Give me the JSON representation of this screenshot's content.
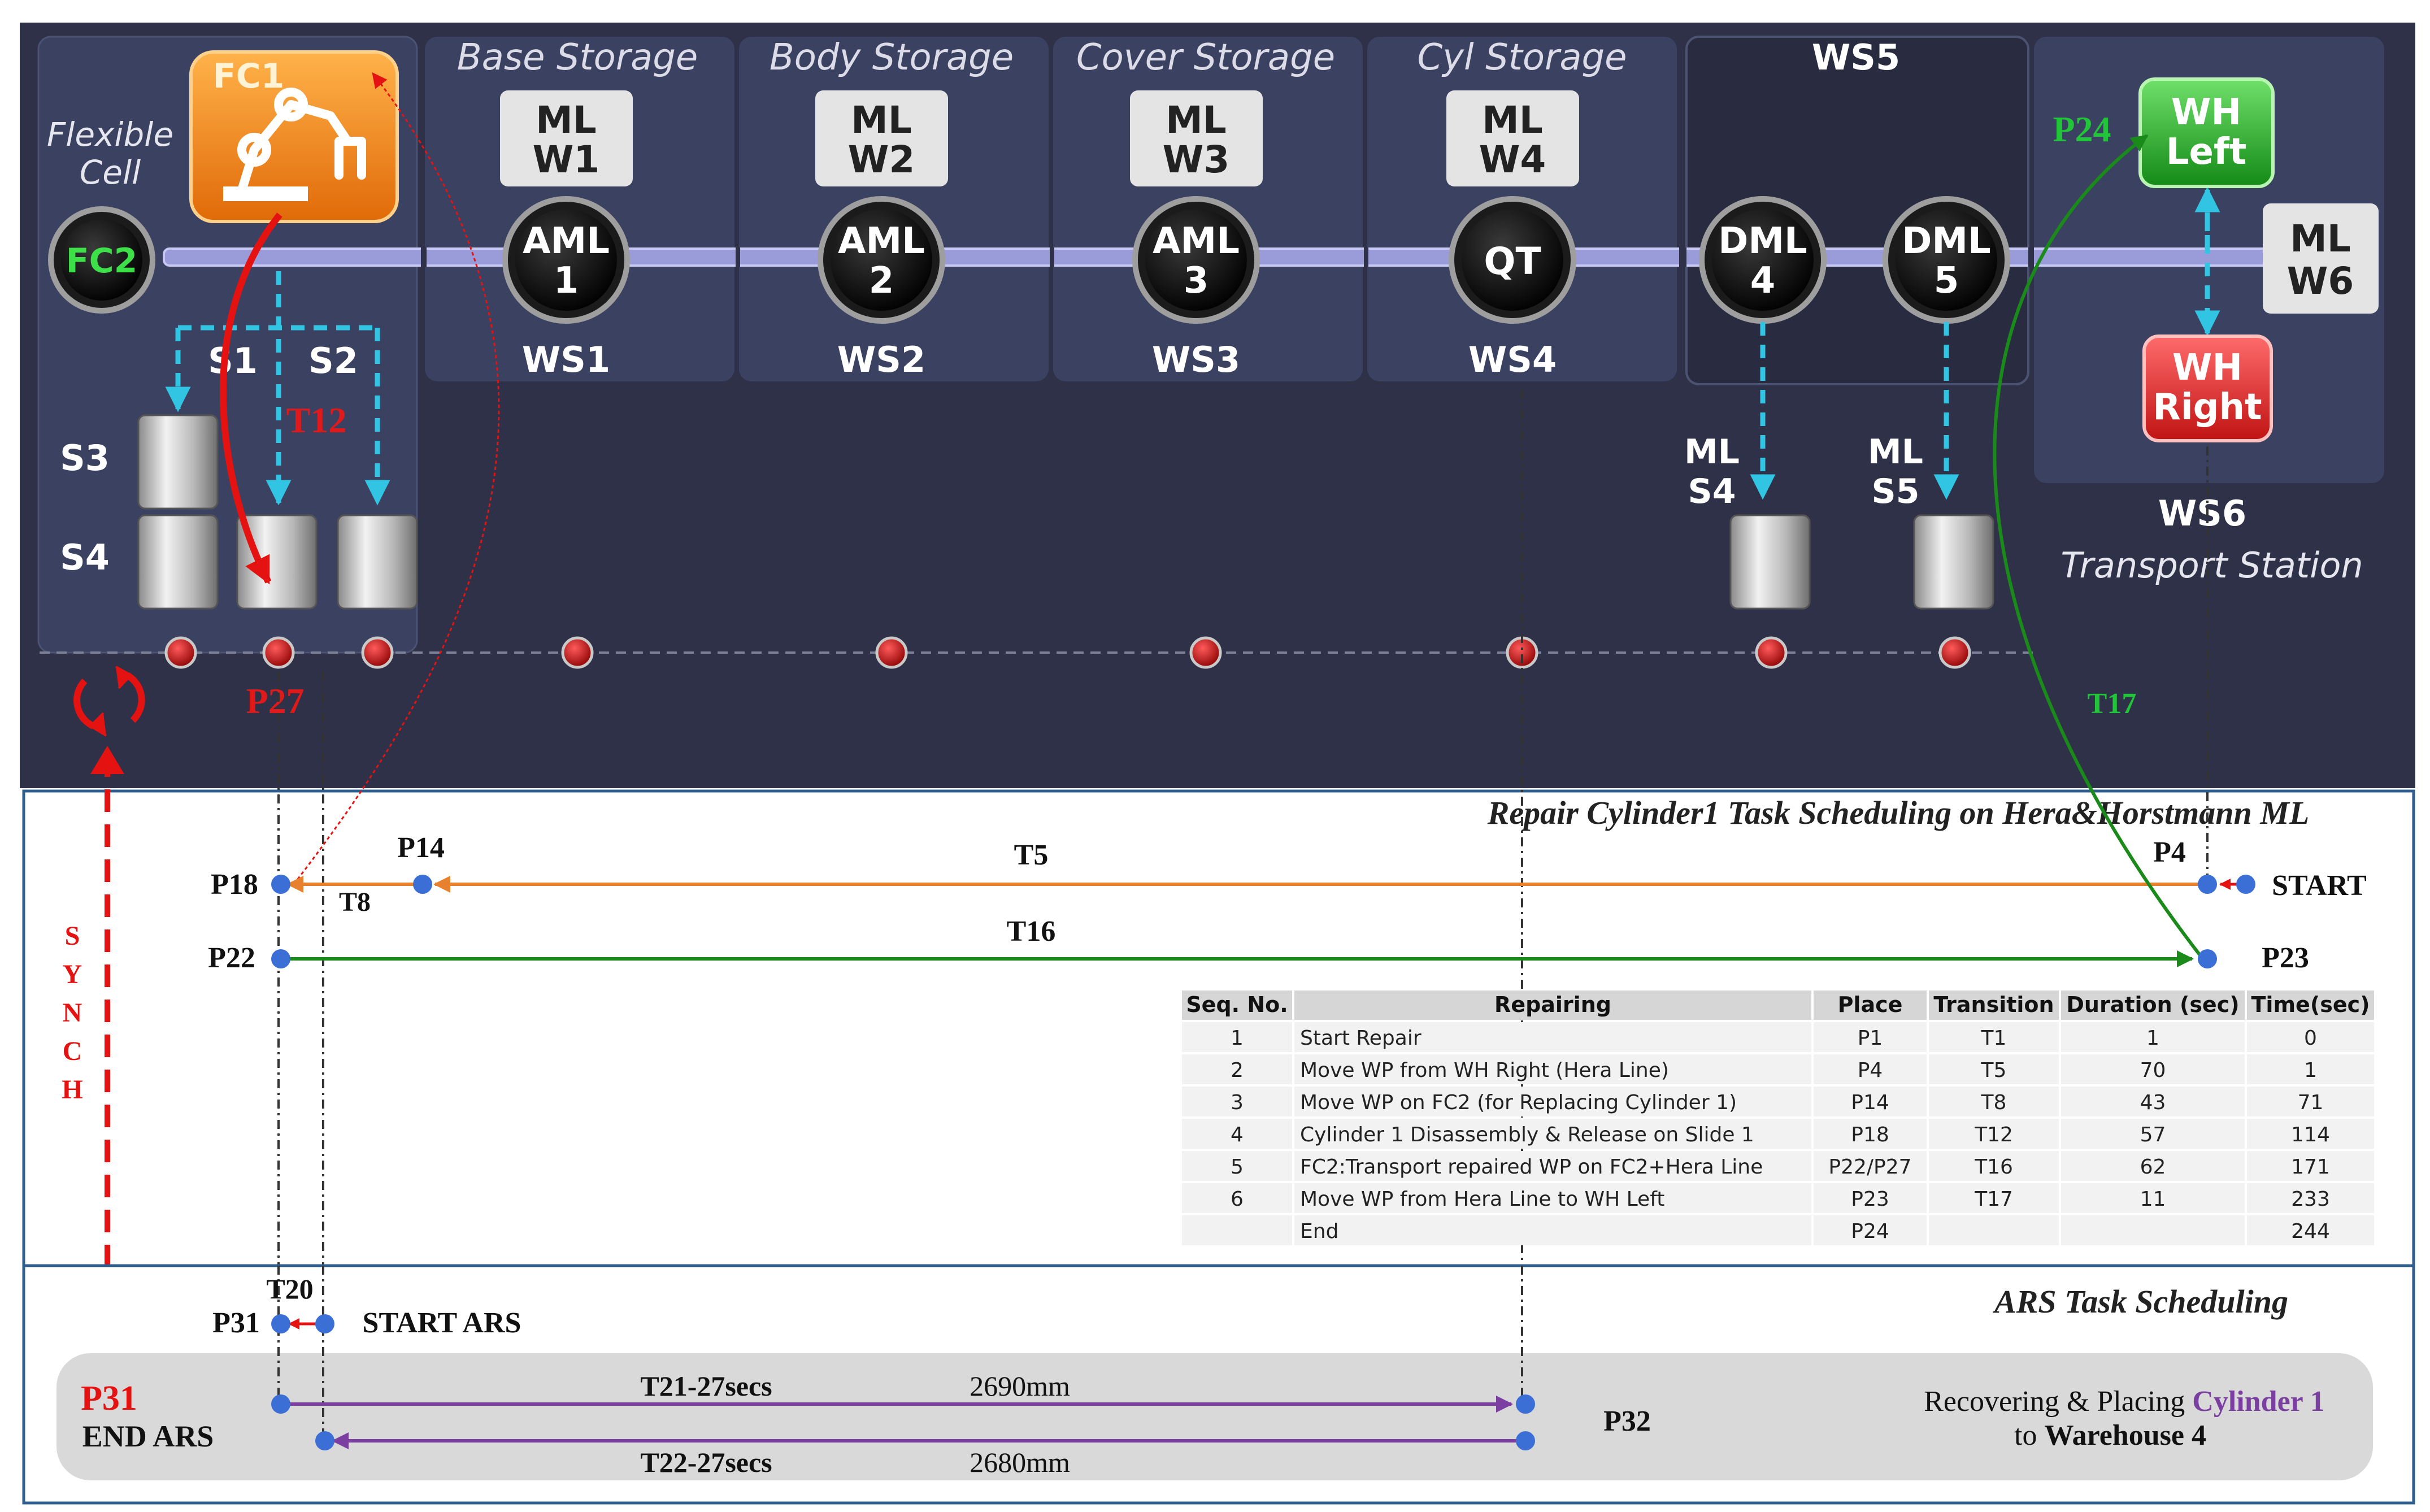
{
  "factory": {
    "flexible_cell_label": [
      "Flexible",
      "Cell"
    ],
    "fc1": "FC1",
    "fc2": "FC2",
    "storages": [
      "Base Storage",
      "Body Storage",
      "Cover Storage",
      "Cyl Storage"
    ],
    "ws5_title": "WS5",
    "warehouses": [
      [
        "ML",
        "W1"
      ],
      [
        "ML",
        "W2"
      ],
      [
        "ML",
        "W3"
      ],
      [
        "ML",
        "W4"
      ]
    ],
    "ml_w6": [
      "ML",
      "W6"
    ],
    "nodes": [
      [
        "AML",
        "1"
      ],
      [
        "AML",
        "2"
      ],
      [
        "AML",
        "3"
      ],
      [
        "QT",
        ""
      ],
      [
        "DML",
        "4"
      ],
      [
        "DML",
        "5"
      ]
    ],
    "ws_labels": [
      "WS1",
      "WS2",
      "WS3",
      "WS4"
    ],
    "slides": [
      "S1",
      "S2",
      "S3",
      "S4"
    ],
    "ml_slides": [
      [
        "ML",
        "S4"
      ],
      [
        "ML",
        "S5"
      ]
    ],
    "wh_left": [
      "WH",
      "Left"
    ],
    "wh_right": [
      "WH",
      "Right"
    ],
    "ws6_title": "WS6",
    "ws6_subtitle": "Transport Station",
    "p24": "P24",
    "t12": "T12",
    "p27": "P27",
    "t17": "T17",
    "colors": {
      "panel_bg": "#2e3147",
      "fc1_orange": "#f08a1c",
      "wh_green": "#2aa12c",
      "wh_red": "#dc2525",
      "rail": "#9a9cd9",
      "dash_cyan": "#31c4e3"
    }
  },
  "repair": {
    "title": "Repair Cylinder1 Task Scheduling on Hera&Horstmann ML",
    "p18": "P18",
    "p14": "P14",
    "t5": "T5",
    "p4": "P4",
    "start": "START",
    "t8": "T8",
    "p22": "P22",
    "t16": "T16",
    "p23": "P23",
    "synch": [
      "S",
      "Y",
      "N",
      "C",
      "H"
    ],
    "colors": {
      "t5_line": "#e8812e",
      "t16_line": "#1a8a1a"
    }
  },
  "table": {
    "headers": [
      "Seq. No.",
      "Repairing",
      "Place",
      "Transition",
      "Duration (sec)",
      "Time(sec)"
    ],
    "rows": [
      [
        "1",
        "Start Repair",
        "P1",
        "T1",
        "1",
        "0"
      ],
      [
        "2",
        "Move WP from WH Right (Hera Line)",
        "P4",
        "T5",
        "70",
        "1"
      ],
      [
        "3",
        "Move WP on FC2 (for Replacing Cylinder 1)",
        "P14",
        "T8",
        "43",
        "71"
      ],
      [
        "4",
        "Cylinder 1 Disassembly & Release on Slide 1",
        "P18",
        "T12",
        "57",
        "114"
      ],
      [
        "5",
        "FC2:Transport repaired WP on FC2+Hera Line",
        "P22/P27",
        "T16",
        "62",
        "171"
      ],
      [
        "6",
        "Move WP from Hera Line to WH Left",
        "P23",
        "T17",
        "11",
        "233"
      ],
      [
        "",
        "End",
        "P24",
        "",
        "",
        "244"
      ]
    ]
  },
  "ars": {
    "title": "ARS Task Scheduling",
    "t20": "T20",
    "p31": "P31",
    "start_ars": "START ARS",
    "p31_end": "P31",
    "end_ars": "END ARS",
    "t21": "T21-27secs",
    "d21": "2690mm",
    "t22": "T22-27secs",
    "d22": "2680mm",
    "p32": "P32",
    "recover_pre": "Recovering & Placing ",
    "recover_cyl": "Cylinder 1",
    "recover_to": "to ",
    "recover_wh": "Warehouse 4",
    "colors": {
      "purple": "#7a3fa0",
      "box": "#d9d9d9"
    }
  }
}
